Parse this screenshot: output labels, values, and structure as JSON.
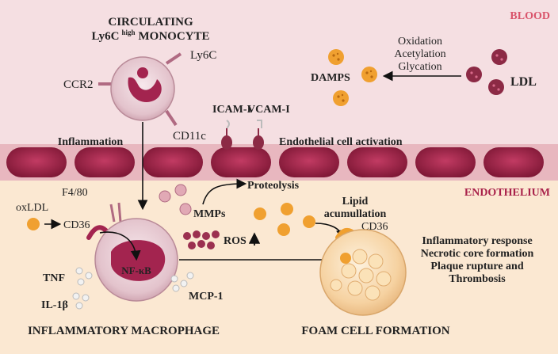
{
  "regions": {
    "blood": "BLOOD",
    "endothelium": "ENDOTHELIUM"
  },
  "monocyte": {
    "title_line1": "CIRCULATING",
    "title_line2_prefix": "Ly6C",
    "title_line2_sup": "high",
    "title_line2_suffix": "MONOCYTE",
    "ly6c": "Ly6C",
    "ccr2": "CCR2",
    "cd11c": "CD11c"
  },
  "labels": {
    "inflammation": "Inflammation",
    "icam": "ICAM-I",
    "vcam": "VCAM-I",
    "endothelial_activation": "Endothelial cell activation",
    "modifications": [
      "Oxidation",
      "Acetylation",
      "Glycation"
    ],
    "damps": "DAMPS",
    "ldl": "LDL",
    "f480": "F4/80",
    "oxldl": "oxLDL",
    "cd36_macrophage": "CD36",
    "mmps": "MMPs",
    "proteolysis": "Proteolysis",
    "ros": "ROS",
    "nfkb": "NF-κB",
    "tnf": "TNF",
    "il1b": "IL-1β",
    "mcp1": "MCP-1",
    "lipid_line1": "Lipid",
    "lipid_line2": "acumullation",
    "cd36_foam": "CD36",
    "outcomes": [
      "Inflammatory response",
      "Necrotic core formation",
      "Plaque rupture and",
      "Thrombosis"
    ],
    "macrophage_title": "INFLAMMATORY MACROPHAGE",
    "foam_title": "FOAM CELL FORMATION"
  },
  "colors": {
    "blood_region": "#f5dfe2",
    "endothelium_region": "#fbe8d2",
    "endothelial_cell": "#a8214a",
    "region_label": "#d9546b",
    "ldl_particle": "#8c2a45",
    "damps_particle": "#f0a030",
    "foam_cell": "#f6d2a1"
  }
}
